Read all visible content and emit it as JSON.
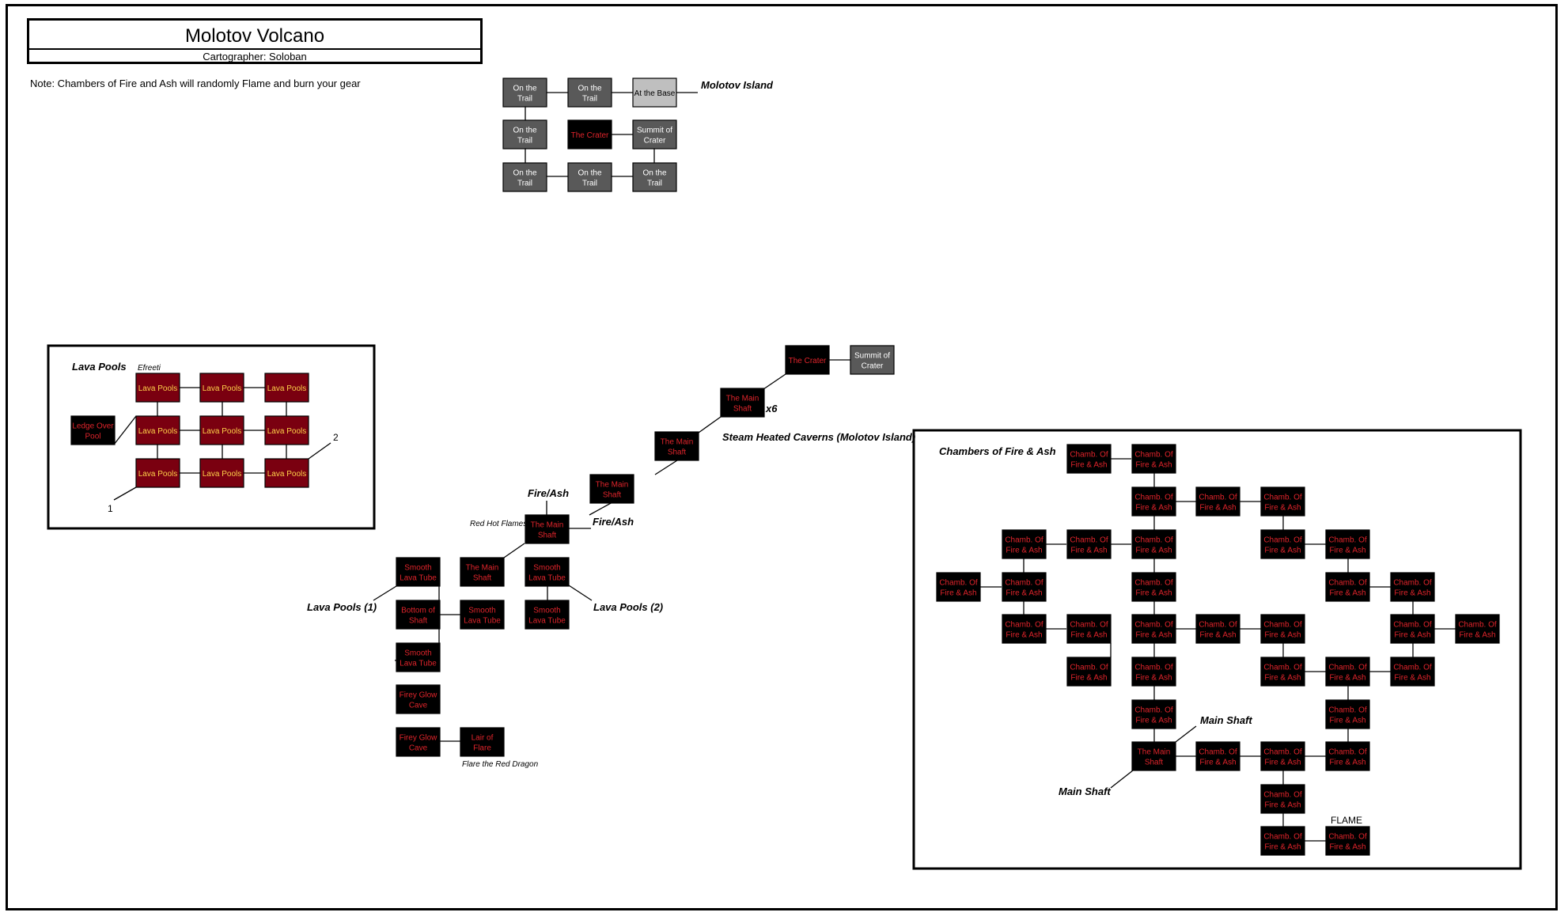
{
  "header": {
    "title": "Molotov Volcano",
    "cartographer": "Cartographer: Soloban",
    "note": "Note: Chambers of Fire and Ash will randomly Flame and burn your gear"
  },
  "colors": {
    "gray_room": "#595959",
    "light_room": "#bfbfbf",
    "black_room": "#000000",
    "red_text": "#e0242b",
    "lava_room": "#7a0010",
    "lava_text": "#ffd24a",
    "white_text": "#ffffff"
  },
  "rooms": [
    {
      "id": "t1",
      "label": [
        "On the",
        "Trail"
      ],
      "style": "gray"
    },
    {
      "id": "t2",
      "label": [
        "On the",
        "Trail"
      ],
      "style": "gray"
    },
    {
      "id": "t3",
      "label": [
        "At the Base"
      ],
      "style": "light"
    },
    {
      "id": "t4",
      "label": [
        "On the",
        "Trail"
      ],
      "style": "gray"
    },
    {
      "id": "t5",
      "label": [
        "The Crater"
      ],
      "style": "black"
    },
    {
      "id": "t6",
      "label": [
        "Summit of",
        "Crater"
      ],
      "style": "gray"
    },
    {
      "id": "t7",
      "label": [
        "On the",
        "Trail"
      ],
      "style": "gray"
    },
    {
      "id": "t8",
      "label": [
        "On the",
        "Trail"
      ],
      "style": "gray"
    },
    {
      "id": "t9",
      "label": [
        "On the",
        "Trail"
      ],
      "style": "gray"
    },
    {
      "id": "lp1",
      "label": [
        "Lava Pools"
      ],
      "style": "lava"
    },
    {
      "id": "lp2",
      "label": [
        "Lava Pools"
      ],
      "style": "lava"
    },
    {
      "id": "lp3",
      "label": [
        "Lava Pools"
      ],
      "style": "lava"
    },
    {
      "id": "lp4",
      "label": [
        "Lava Pools"
      ],
      "style": "lava"
    },
    {
      "id": "lp5",
      "label": [
        "Lava Pools"
      ],
      "style": "lava"
    },
    {
      "id": "lp6",
      "label": [
        "Lava Pools"
      ],
      "style": "lava"
    },
    {
      "id": "lp7",
      "label": [
        "Lava Pools"
      ],
      "style": "lava"
    },
    {
      "id": "lp8",
      "label": [
        "Lava Pools"
      ],
      "style": "lava"
    },
    {
      "id": "lp9",
      "label": [
        "Lava Pools"
      ],
      "style": "lava"
    },
    {
      "id": "ledge",
      "label": [
        "Ledge Over",
        "Pool"
      ],
      "style": "black"
    },
    {
      "id": "m1",
      "label": [
        "The Crater"
      ],
      "style": "black"
    },
    {
      "id": "m2",
      "label": [
        "Summit of",
        "Crater"
      ],
      "style": "gray"
    },
    {
      "id": "m3",
      "label": [
        "The Main",
        "Shaft"
      ],
      "style": "black"
    },
    {
      "id": "m4",
      "label": [
        "The Main",
        "Shaft"
      ],
      "style": "black"
    },
    {
      "id": "m5",
      "label": [
        "The Main",
        "Shaft"
      ],
      "style": "black"
    },
    {
      "id": "m6",
      "label": [
        "The Main",
        "Shaft"
      ],
      "style": "black"
    },
    {
      "id": "m7",
      "label": [
        "Smooth",
        "Lava Tube"
      ],
      "style": "black"
    },
    {
      "id": "m8",
      "label": [
        "The Main",
        "Shaft"
      ],
      "style": "black"
    },
    {
      "id": "m9",
      "label": [
        "Smooth",
        "Lava Tube"
      ],
      "style": "black"
    },
    {
      "id": "m10",
      "label": [
        "Bottom of",
        "Shaft"
      ],
      "style": "black"
    },
    {
      "id": "m11",
      "label": [
        "Smooth",
        "Lava Tube"
      ],
      "style": "black"
    },
    {
      "id": "m12",
      "label": [
        "Smooth",
        "Lava Tube"
      ],
      "style": "black"
    },
    {
      "id": "m13",
      "label": [
        "Smooth",
        "Lava Tube"
      ],
      "style": "black"
    },
    {
      "id": "m14",
      "label": [
        "Firey Glow",
        "Cave"
      ],
      "style": "black"
    },
    {
      "id": "m15",
      "label": [
        "Firey Glow",
        "Cave"
      ],
      "style": "black"
    },
    {
      "id": "m16",
      "label": [
        "Lair of",
        "Flare"
      ],
      "style": "black"
    },
    {
      "id": "c1",
      "label": [
        "Chamb. Of",
        "Fire & Ash"
      ],
      "style": "black"
    },
    {
      "id": "c2",
      "label": [
        "Chamb. Of",
        "Fire & Ash"
      ],
      "style": "black"
    },
    {
      "id": "c3",
      "label": [
        "Chamb. Of",
        "Fire & Ash"
      ],
      "style": "black"
    },
    {
      "id": "c4",
      "label": [
        "Chamb. Of",
        "Fire & Ash"
      ],
      "style": "black"
    },
    {
      "id": "c5",
      "label": [
        "Chamb. Of",
        "Fire & Ash"
      ],
      "style": "black"
    },
    {
      "id": "c6",
      "label": [
        "Chamb. Of",
        "Fire & Ash"
      ],
      "style": "black"
    },
    {
      "id": "c7",
      "label": [
        "Chamb. Of",
        "Fire & Ash"
      ],
      "style": "black"
    },
    {
      "id": "c8",
      "label": [
        "Chamb. Of",
        "Fire & Ash"
      ],
      "style": "black"
    },
    {
      "id": "c9",
      "label": [
        "Chamb. Of",
        "Fire & Ash"
      ],
      "style": "black"
    },
    {
      "id": "c10",
      "label": [
        "Chamb. Of",
        "Fire & Ash"
      ],
      "style": "black"
    },
    {
      "id": "c11",
      "label": [
        "Chamb. Of",
        "Fire & Ash"
      ],
      "style": "black"
    },
    {
      "id": "c12",
      "label": [
        "Chamb. Of",
        "Fire & Ash"
      ],
      "style": "black"
    },
    {
      "id": "c13",
      "label": [
        "Chamb. Of",
        "Fire & Ash"
      ],
      "style": "black"
    },
    {
      "id": "c14",
      "label": [
        "Chamb. Of",
        "Fire & Ash"
      ],
      "style": "black"
    },
    {
      "id": "c15",
      "label": [
        "Chamb. Of",
        "Fire & Ash"
      ],
      "style": "black"
    },
    {
      "id": "c16",
      "label": [
        "Chamb. Of",
        "Fire & Ash"
      ],
      "style": "black"
    },
    {
      "id": "c17",
      "label": [
        "Chamb. Of",
        "Fire & Ash"
      ],
      "style": "black"
    },
    {
      "id": "c18",
      "label": [
        "Chamb. Of",
        "Fire & Ash"
      ],
      "style": "black"
    },
    {
      "id": "c19",
      "label": [
        "Chamb. Of",
        "Fire & Ash"
      ],
      "style": "black"
    },
    {
      "id": "c20",
      "label": [
        "Chamb. Of",
        "Fire & Ash"
      ],
      "style": "black"
    },
    {
      "id": "c21",
      "label": [
        "Chamb. Of",
        "Fire & Ash"
      ],
      "style": "black"
    },
    {
      "id": "c22",
      "label": [
        "Chamb. Of",
        "Fire & Ash"
      ],
      "style": "black"
    },
    {
      "id": "c23",
      "label": [
        "Chamb. Of",
        "Fire & Ash"
      ],
      "style": "black"
    },
    {
      "id": "c24",
      "label": [
        "Chamb. Of",
        "Fire & Ash"
      ],
      "style": "black"
    },
    {
      "id": "c25",
      "label": [
        "Chamb. Of",
        "Fire & Ash"
      ],
      "style": "black"
    },
    {
      "id": "c26",
      "label": [
        "Chamb. Of",
        "Fire & Ash"
      ],
      "style": "black"
    },
    {
      "id": "c27",
      "label": [
        "Chamb. Of",
        "Fire & Ash"
      ],
      "style": "black"
    },
    {
      "id": "c28",
      "label": [
        "Chamb. Of",
        "Fire & Ash"
      ],
      "style": "black"
    },
    {
      "id": "c29",
      "label": [
        "Chamb. Of",
        "Fire & Ash"
      ],
      "style": "black"
    },
    {
      "id": "c30",
      "label": [
        "The Main",
        "Shaft"
      ],
      "style": "black"
    },
    {
      "id": "c31",
      "label": [
        "Chamb. Of",
        "Fire & Ash"
      ],
      "style": "black"
    },
    {
      "id": "c32",
      "label": [
        "Chamb. Of",
        "Fire & Ash"
      ],
      "style": "black"
    },
    {
      "id": "c33",
      "label": [
        "Chamb. Of",
        "Fire & Ash"
      ],
      "style": "black"
    },
    {
      "id": "c34",
      "label": [
        "Chamb. Of",
        "Fire & Ash"
      ],
      "style": "black"
    },
    {
      "id": "c35",
      "label": [
        "Chamb. Of",
        "Fire & Ash"
      ],
      "style": "black"
    },
    {
      "id": "c36",
      "label": [
        "Chamb. Of",
        "Fire & Ash"
      ],
      "style": "black"
    }
  ],
  "labels": {
    "molotov_island": "Molotov Island",
    "lava_pools_title": "Lava Pools",
    "efreeti": "Efreeti",
    "num_1": "1",
    "num_2": "2",
    "x6": "x6",
    "steam": "Steam Heated Caverns (Molotov Island)",
    "fire_ash_1": "Fire/Ash",
    "fire_ash_2": "Fire/Ash",
    "red_hot": "Red Hot Flames",
    "lava_pools_1": "Lava Pools (1)",
    "lava_pools_2": "Lava Pools (2)",
    "flare": "Flare the Red Dragon",
    "chambers_title": "Chambers of Fire & Ash",
    "main_shaft_1": "Main Shaft",
    "main_shaft_2": "Main Shaft",
    "flame": "FLAME"
  }
}
